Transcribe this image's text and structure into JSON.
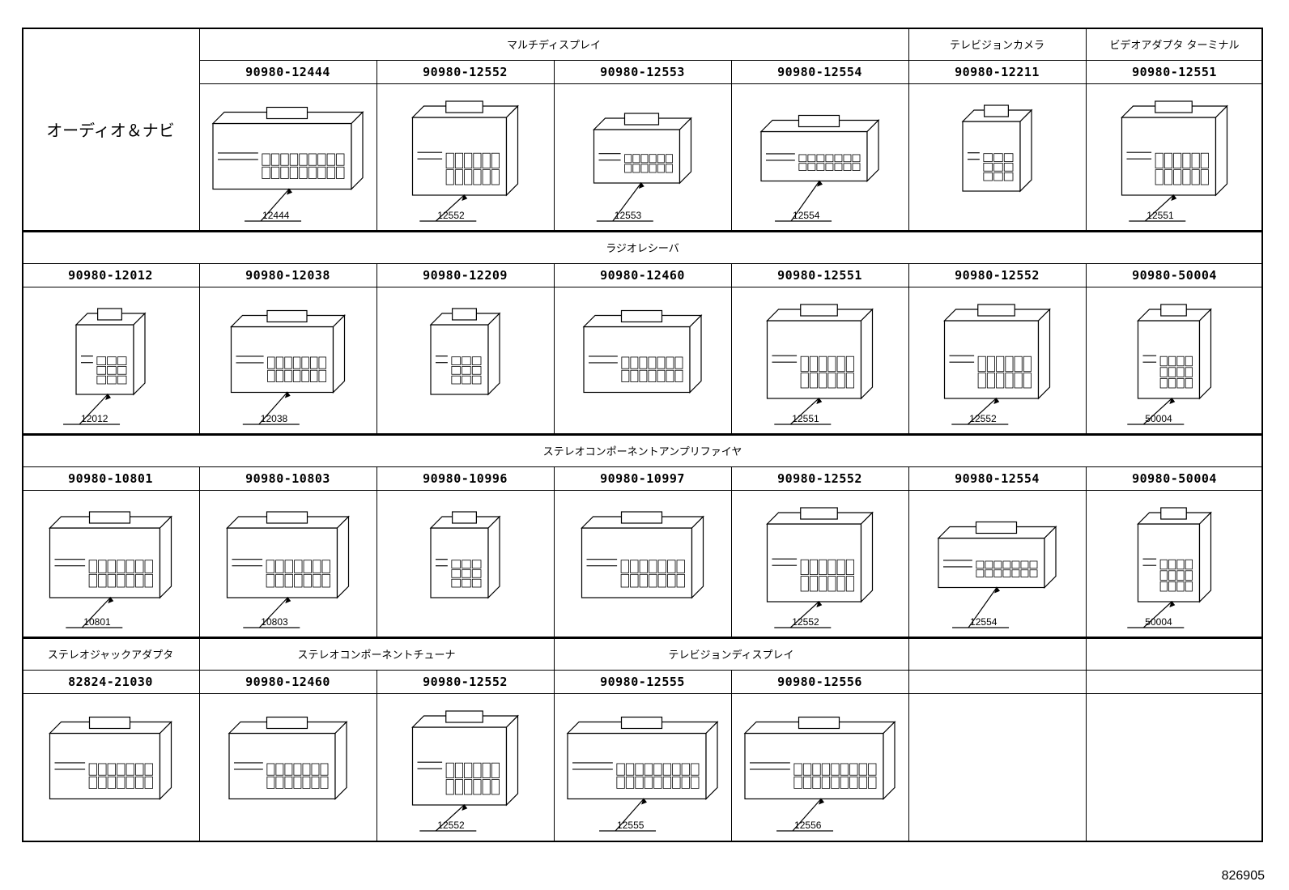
{
  "side_label": "オーディオ＆ナビ",
  "drawing_number": "826905",
  "sections": [
    {
      "headers": [
        {
          "label": "マルチディスプレイ",
          "span": 4
        },
        {
          "label": "テレビジョンカメラ",
          "span": 1
        },
        {
          "label": "ビデオアダプタ ターミナル",
          "span": 1
        }
      ],
      "parts": [
        {
          "part_no": "90980-12444",
          "label": "12444",
          "icon": "wide-connector-icon"
        },
        {
          "part_no": "90980-12552",
          "label": "12552",
          "icon": "two-row-connector-icon"
        },
        {
          "part_no": "90980-12553",
          "label": "12553",
          "icon": "compact-connector-icon"
        },
        {
          "part_no": "90980-12554",
          "label": "12554",
          "icon": "flat-connector-icon"
        },
        {
          "part_no": "90980-12211",
          "label": "",
          "icon": "small-block-connector-icon"
        },
        {
          "part_no": "90980-12551",
          "label": "12551",
          "icon": "two-row-connector-icon"
        }
      ]
    },
    {
      "headers": [
        {
          "label": "ラジオレシーバ",
          "span": 7
        }
      ],
      "parts": [
        {
          "part_no": "90980-12012",
          "label": "12012",
          "icon": "small-block-connector-icon"
        },
        {
          "part_no": "90980-12038",
          "label": "12038",
          "icon": "dual-row-box-connector-icon"
        },
        {
          "part_no": "90980-12209",
          "label": "",
          "icon": "small-block-connector-icon"
        },
        {
          "part_no": "90980-12460",
          "label": "",
          "icon": "rounded-connector-icon"
        },
        {
          "part_no": "90980-12551",
          "label": "12551",
          "icon": "two-row-connector-icon"
        },
        {
          "part_no": "90980-12552",
          "label": "12552",
          "icon": "two-row-connector-icon"
        },
        {
          "part_no": "90980-50004",
          "label": "50004",
          "icon": "narrow-connector-icon"
        }
      ]
    },
    {
      "headers": [
        {
          "label": "ステレオコンポーネントアンプリファイヤ",
          "span": 7
        }
      ],
      "parts": [
        {
          "part_no": "90980-10801",
          "label": "10801",
          "icon": "box-connector-icon"
        },
        {
          "part_no": "90980-10803",
          "label": "10803",
          "icon": "box-connector-icon"
        },
        {
          "part_no": "90980-10996",
          "label": "",
          "icon": "small-block-connector-icon"
        },
        {
          "part_no": "90980-10997",
          "label": "",
          "icon": "box-connector-icon"
        },
        {
          "part_no": "90980-12552",
          "label": "12552",
          "icon": "two-row-connector-icon"
        },
        {
          "part_no": "90980-12554",
          "label": "12554",
          "icon": "flat-connector-icon"
        },
        {
          "part_no": "90980-50004",
          "label": "50004",
          "icon": "narrow-connector-icon"
        }
      ]
    },
    {
      "headers": [
        {
          "label": "ステレオジャックアダプタ",
          "span": 1
        },
        {
          "label": "ステレオコンポーネントチューナ",
          "span": 2
        },
        {
          "label": "テレビジョンディスプレイ",
          "span": 2
        },
        {
          "label": "",
          "span": 1
        },
        {
          "label": "",
          "span": 1
        }
      ],
      "parts": [
        {
          "part_no": "82824-21030",
          "label": "",
          "icon": "jack-adapter-icon"
        },
        {
          "part_no": "90980-12460",
          "label": "",
          "icon": "rounded-connector-icon"
        },
        {
          "part_no": "90980-12552",
          "label": "12552",
          "icon": "two-row-connector-icon"
        },
        {
          "part_no": "90980-12555",
          "label": "12555",
          "icon": "wide-connector-icon"
        },
        {
          "part_no": "90980-12556",
          "label": "12556",
          "icon": "wide-connector-icon"
        },
        {
          "part_no": "",
          "label": "",
          "icon": ""
        },
        {
          "part_no": "",
          "label": "",
          "icon": ""
        }
      ]
    }
  ]
}
